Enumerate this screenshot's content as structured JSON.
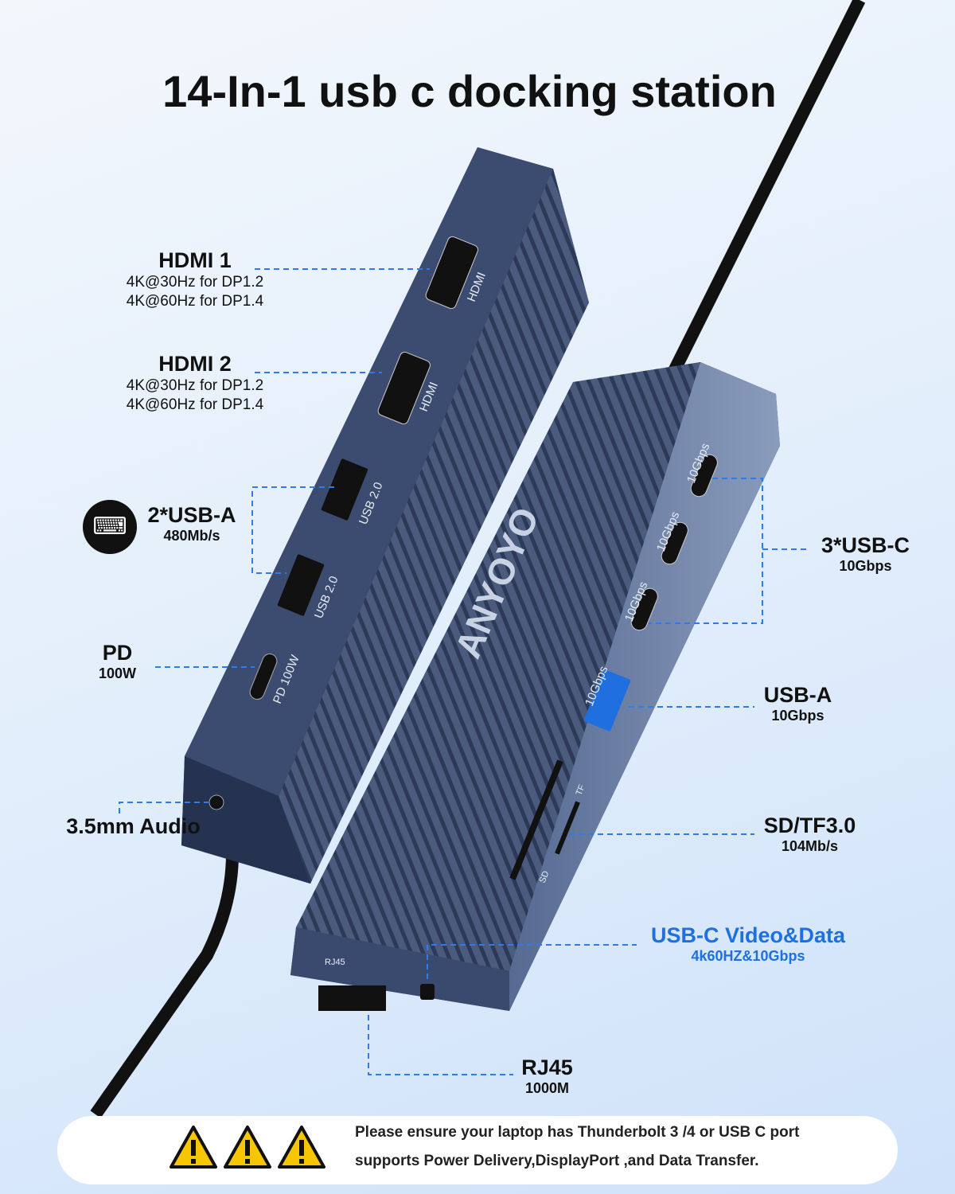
{
  "title": "14-In-1 usb c docking station",
  "brand": "ANYOYO",
  "accent_color": "#2f7be8",
  "labels": {
    "hdmi1": {
      "title": "HDMI 1",
      "line1": "4K@30Hz for DP1.2",
      "line2": "4K@60Hz for DP1.4"
    },
    "hdmi2": {
      "title": "HDMI 2",
      "line1": "4K@30Hz for DP1.2",
      "line2": "4K@60Hz for DP1.4"
    },
    "usba2": {
      "title": "2*USB-A",
      "sub": "480Mb/s",
      "icon": "keyboard-mouse-icon"
    },
    "pd": {
      "title": "PD",
      "sub": "100W"
    },
    "audio": {
      "title": "3.5mm Audio"
    },
    "usbc3": {
      "title": "3*USB-C",
      "sub": "10Gbps"
    },
    "usba": {
      "title": "USB-A",
      "sub": "10Gbps"
    },
    "sdtf": {
      "title": "SD/TF3.0",
      "sub": "104Mb/s"
    },
    "usbcvideo": {
      "title": "USB-C Video&Data",
      "sub": "4k60HZ&10Gbps"
    },
    "rj45": {
      "title": "RJ45",
      "sub": "1000M"
    }
  },
  "port_marks": {
    "hdmi": "HDMI",
    "usb2": "USB 2.0",
    "pd": "PD 100W",
    "gbps": "10Gbps",
    "rj45": "RJ45",
    "tf": "TF",
    "sd": "SD"
  },
  "notice": {
    "icon": "warning-icon",
    "count": 3,
    "line1": "Please ensure your laptop has Thunderbolt 3 /4 or USB C port",
    "line2": "supports Power Delivery,DisplayPort ,and Data Transfer."
  }
}
